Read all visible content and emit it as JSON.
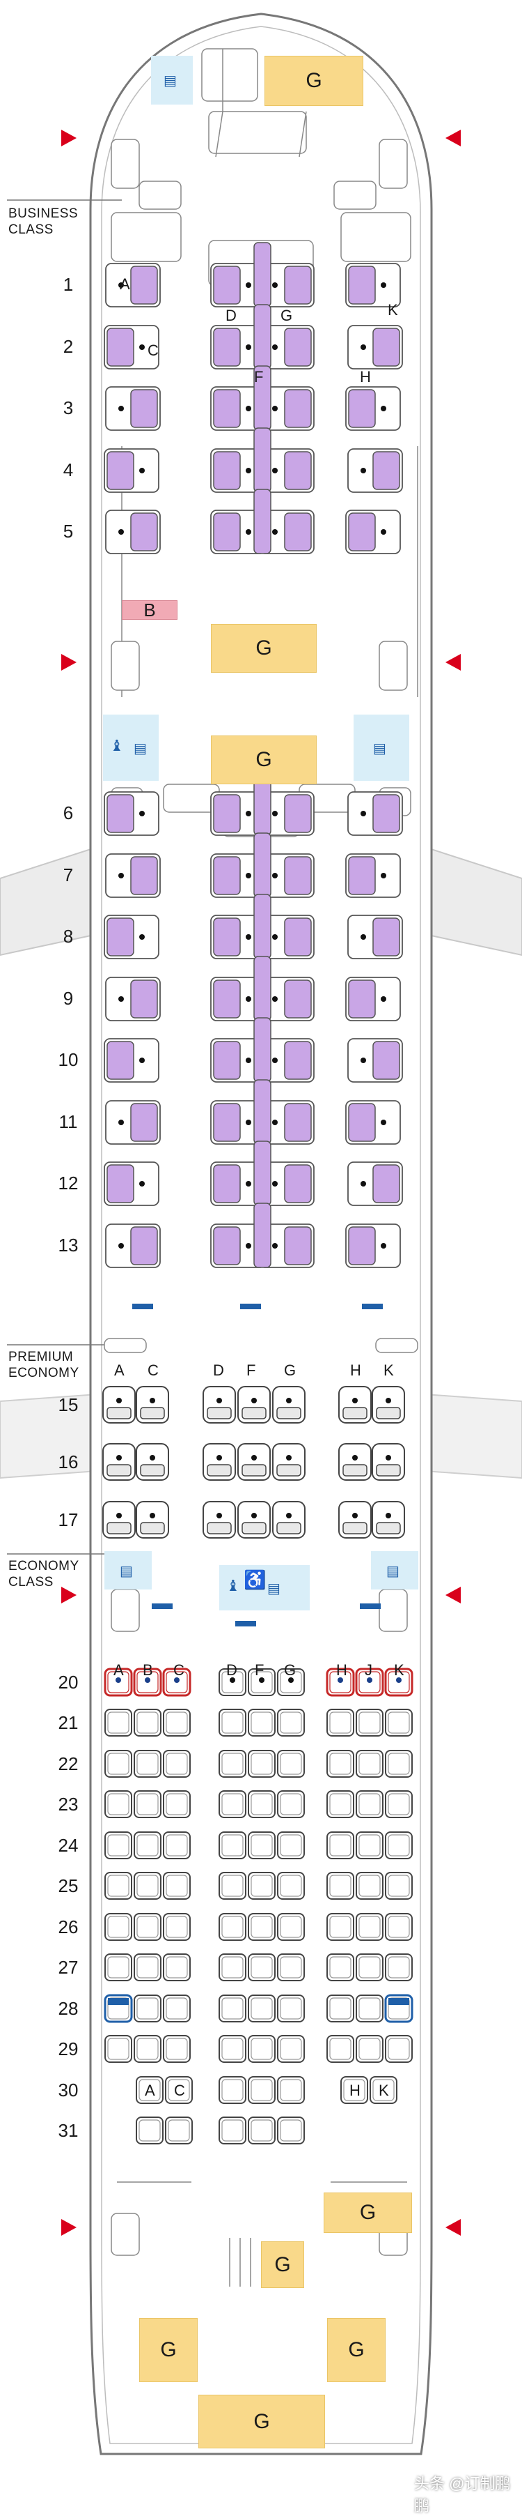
{
  "class_labels": {
    "business": [
      "BUSINESS",
      "CLASS"
    ],
    "premium": [
      "PREMIUM",
      "ECONOMY"
    ],
    "economy": [
      "ECONOMY",
      "CLASS"
    ]
  },
  "business_rows": [
    "1",
    "2",
    "3",
    "4",
    "5",
    "6",
    "7",
    "8",
    "9",
    "10",
    "11",
    "12",
    "13"
  ],
  "business_letters": {
    "A": "A",
    "C": "C",
    "D": "D",
    "F": "F",
    "G": "G",
    "H": "H",
    "K": "K"
  },
  "premium_rows": [
    "15",
    "16",
    "17"
  ],
  "premium_letters": [
    "A",
    "C",
    "D",
    "F",
    "G",
    "H",
    "K"
  ],
  "economy_rows": [
    "20",
    "21",
    "22",
    "23",
    "24",
    "25",
    "26",
    "27",
    "28",
    "29",
    "30",
    "31"
  ],
  "economy_letters": [
    "A",
    "B",
    "C",
    "D",
    "F",
    "G",
    "H",
    "J",
    "K"
  ],
  "row30_seat_letters": [
    "A",
    "C",
    "H",
    "K"
  ],
  "galley_label": "G",
  "bar_label": "B",
  "watermark": "头条 @订制鹏鹏",
  "colors": {
    "business_seat": "#c9a6e6",
    "galley": "#f9d98a",
    "lavatory": "#d9eef8",
    "bar": "#f1aab5",
    "exit": "#d9001b",
    "bassinet": "#1f5fa8",
    "exit_row_seat": "#c62828",
    "fuselage_line": "#777777"
  },
  "icons": [
    "lavatory-icon",
    "baby-change-icon",
    "wheelchair-icon",
    "exit-arrow-icon",
    "bassinet-icon"
  ]
}
